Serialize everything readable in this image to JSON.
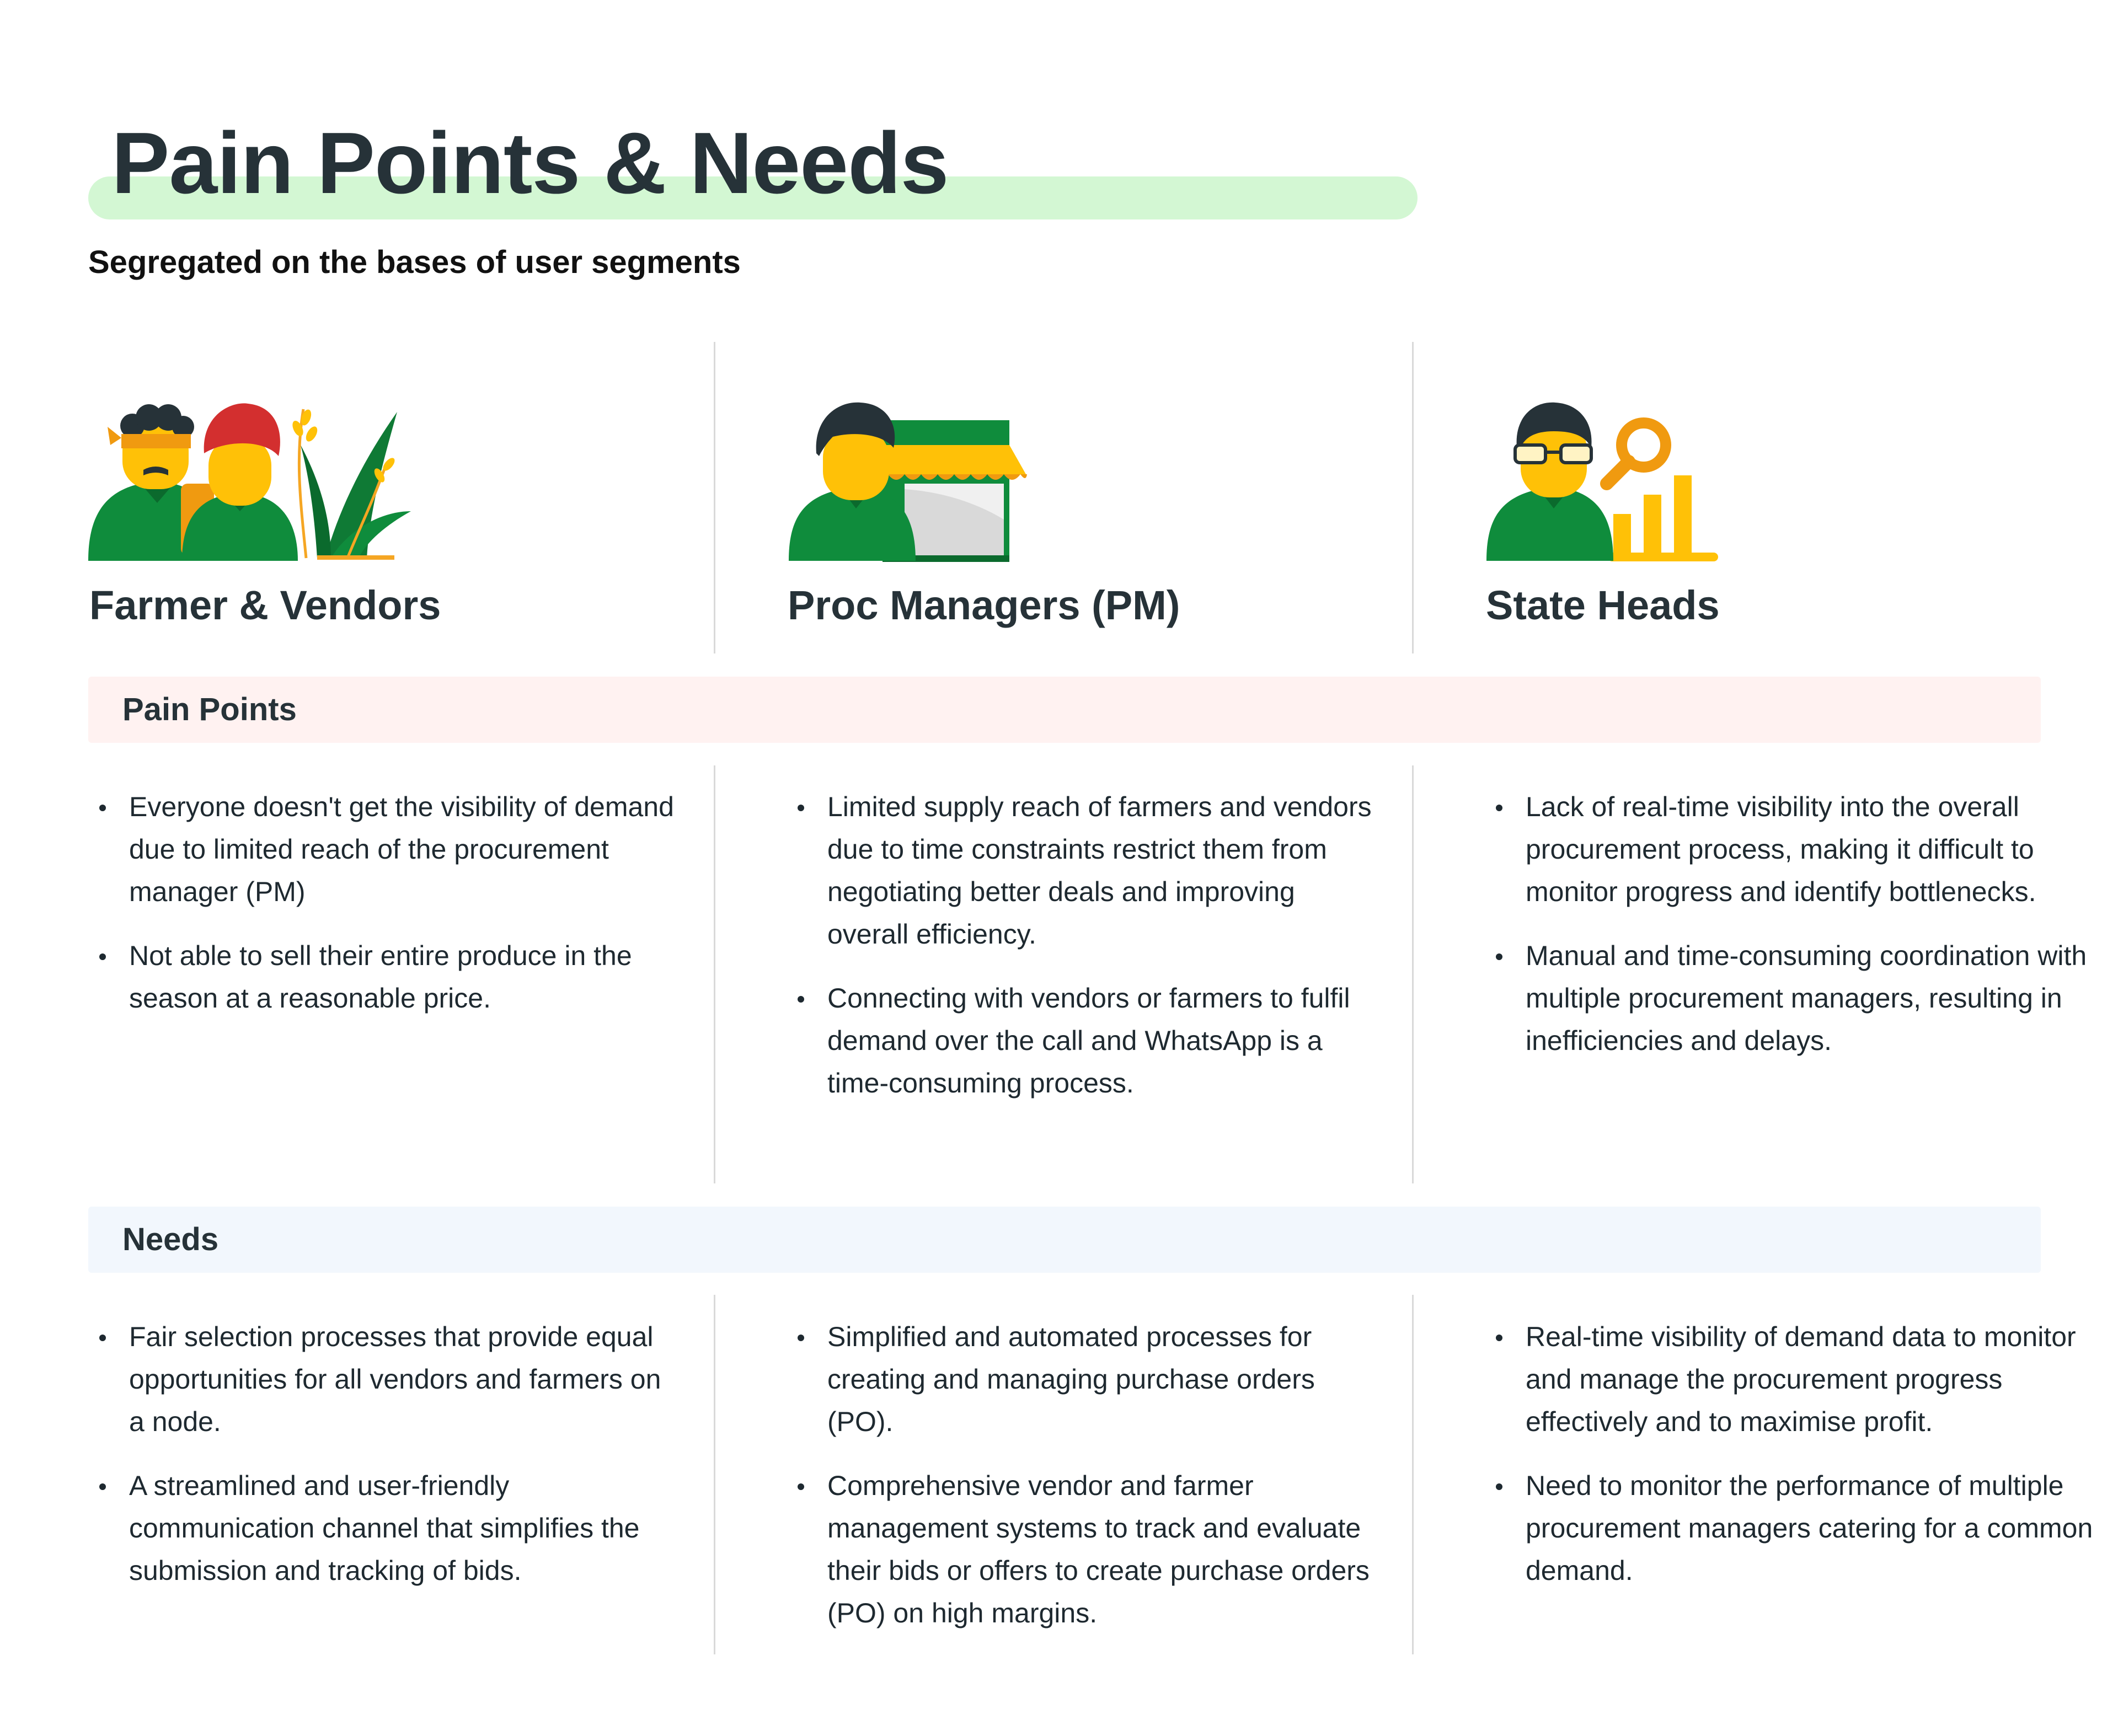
{
  "title": "Pain Points & Needs",
  "subtitle": "Segregated on the bases of user segments",
  "colors": {
    "title_highlight": "#d3f7d3",
    "pain_band": "#fff2f1",
    "needs_band": "#f2f7fd",
    "icon_green": "#0f8c3c",
    "icon_yellow": "#ffc107",
    "icon_orange": "#f09a10"
  },
  "segments": [
    {
      "name": "Farmer & Vendors",
      "icon": "farmer-vendors-icon"
    },
    {
      "name": "Proc Managers (PM)",
      "icon": "proc-manager-shop-icon"
    },
    {
      "name": "State Heads",
      "icon": "state-head-analytics-icon"
    }
  ],
  "sections": {
    "pain_points": {
      "title": "Pain Points",
      "columns": [
        [
          "Everyone doesn't get the visibility of demand due to limited reach of the procurement manager (PM)",
          "Not able to sell their entire produce in the season at a reasonable price."
        ],
        [
          "Limited supply reach of farmers and vendors due to time constraints restrict them from negotiating better deals and improving overall efficiency.",
          "Connecting with vendors or farmers to fulfil demand over the call and WhatsApp is a time-consuming process."
        ],
        [
          "Lack of real-time visibility into the overall procurement process, making it difficult to monitor progress and identify bottlenecks.",
          "Manual and time-consuming coordination with multiple procurement managers, resulting in inefficiencies and delays."
        ]
      ]
    },
    "needs": {
      "title": "Needs",
      "columns": [
        [
          "Fair selection processes that provide equal opportunities for all vendors and farmers on a node.",
          "A streamlined and user-friendly communication channel that simplifies the submission and tracking of bids."
        ],
        [
          "Simplified and automated processes for creating and managing purchase orders (PO).",
          "Comprehensive vendor and farmer management systems to track and evaluate their bids or offers to create purchase orders (PO) on high margins."
        ],
        [
          "Real-time visibility of demand data to monitor and manage the procurement progress effectively and to maximise profit.",
          "Need to monitor the performance of multiple procurement managers catering for a common demand."
        ]
      ]
    }
  }
}
